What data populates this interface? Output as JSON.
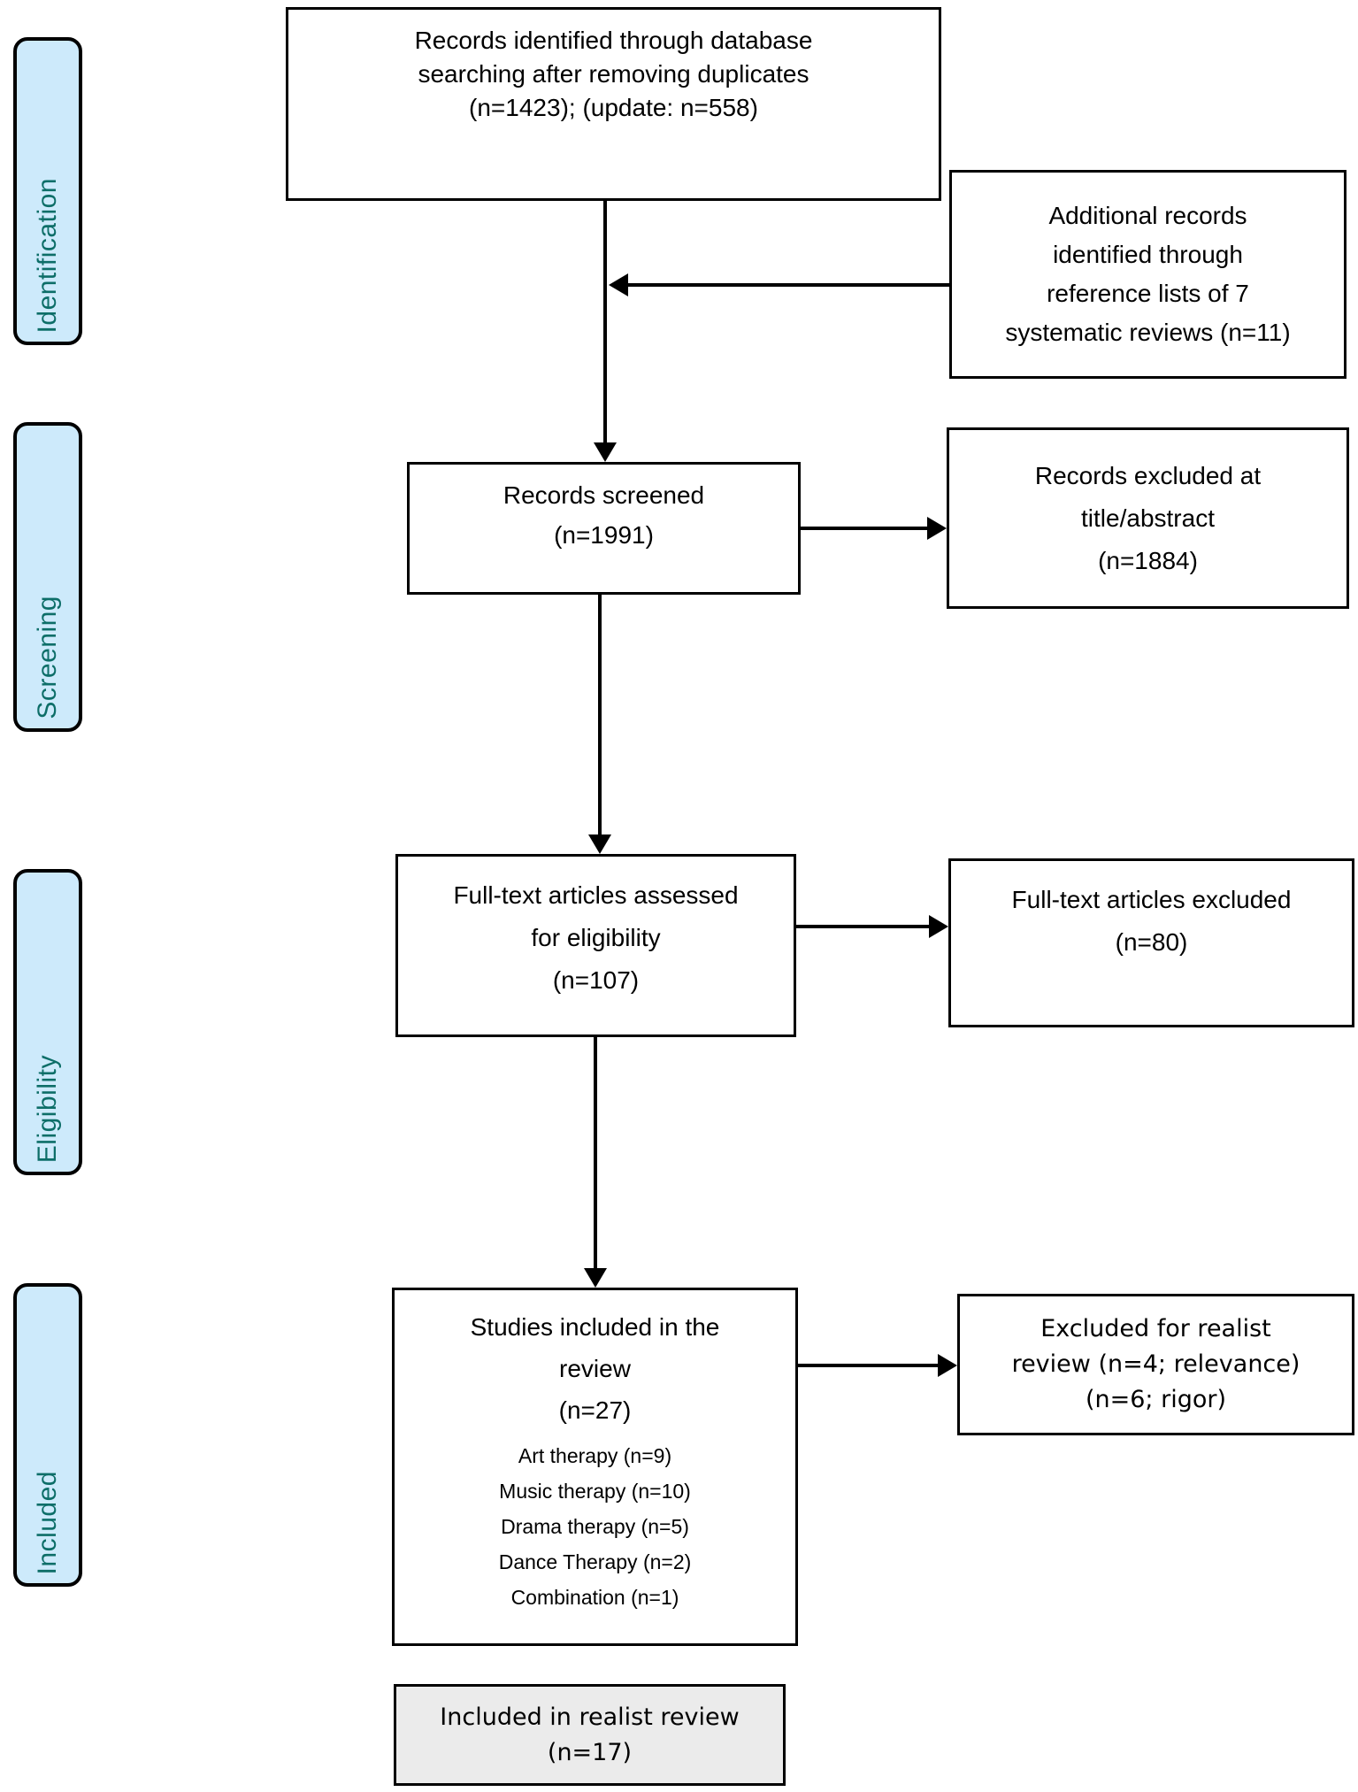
{
  "phases": [
    {
      "label": "Identification"
    },
    {
      "label": "Screening"
    },
    {
      "label": "Eligibility"
    },
    {
      "label": "Included"
    }
  ],
  "boxes": {
    "records_identified": {
      "lines": [
        "Records identified through database",
        "searching after removing duplicates",
        "(n=1423); (update: n=558)"
      ]
    },
    "additional_records": {
      "lines": [
        "Additional records",
        "identified through",
        "reference lists of 7",
        "systematic reviews (n=11)"
      ]
    },
    "records_screened": {
      "lines": [
        "Records screened",
        "(n=1991)"
      ]
    },
    "records_excluded": {
      "lines": [
        "Records excluded at",
        "title/abstract",
        "(n=1884)"
      ]
    },
    "fulltext_assessed": {
      "lines": [
        "Full-text articles assessed",
        "for eligibility",
        "(n=107)"
      ]
    },
    "fulltext_excluded": {
      "lines": [
        "Full-text articles excluded",
        "(n=80)"
      ]
    },
    "studies_included": {
      "title_lines": [
        "Studies included in the",
        "review",
        "(n=27)"
      ],
      "breakdown": [
        "Art therapy (n=9)",
        "Music therapy (n=10)",
        "Drama therapy (n=5)",
        "Dance Therapy (n=2)",
        "Combination (n=1)"
      ]
    },
    "excluded_realist": {
      "lines": [
        "Excluded for realist",
        "review (n=4; relevance)",
        "(n=6; rigor)"
      ]
    },
    "included_realist": {
      "lines": [
        "Included in realist review",
        "(n=17)"
      ]
    }
  },
  "colors": {
    "phase_label_fill": "#cdeafb",
    "phase_label_text": "#0d6e68",
    "box_border": "#000000",
    "included_realist_fill": "#ebebeb",
    "background": "#ffffff"
  }
}
